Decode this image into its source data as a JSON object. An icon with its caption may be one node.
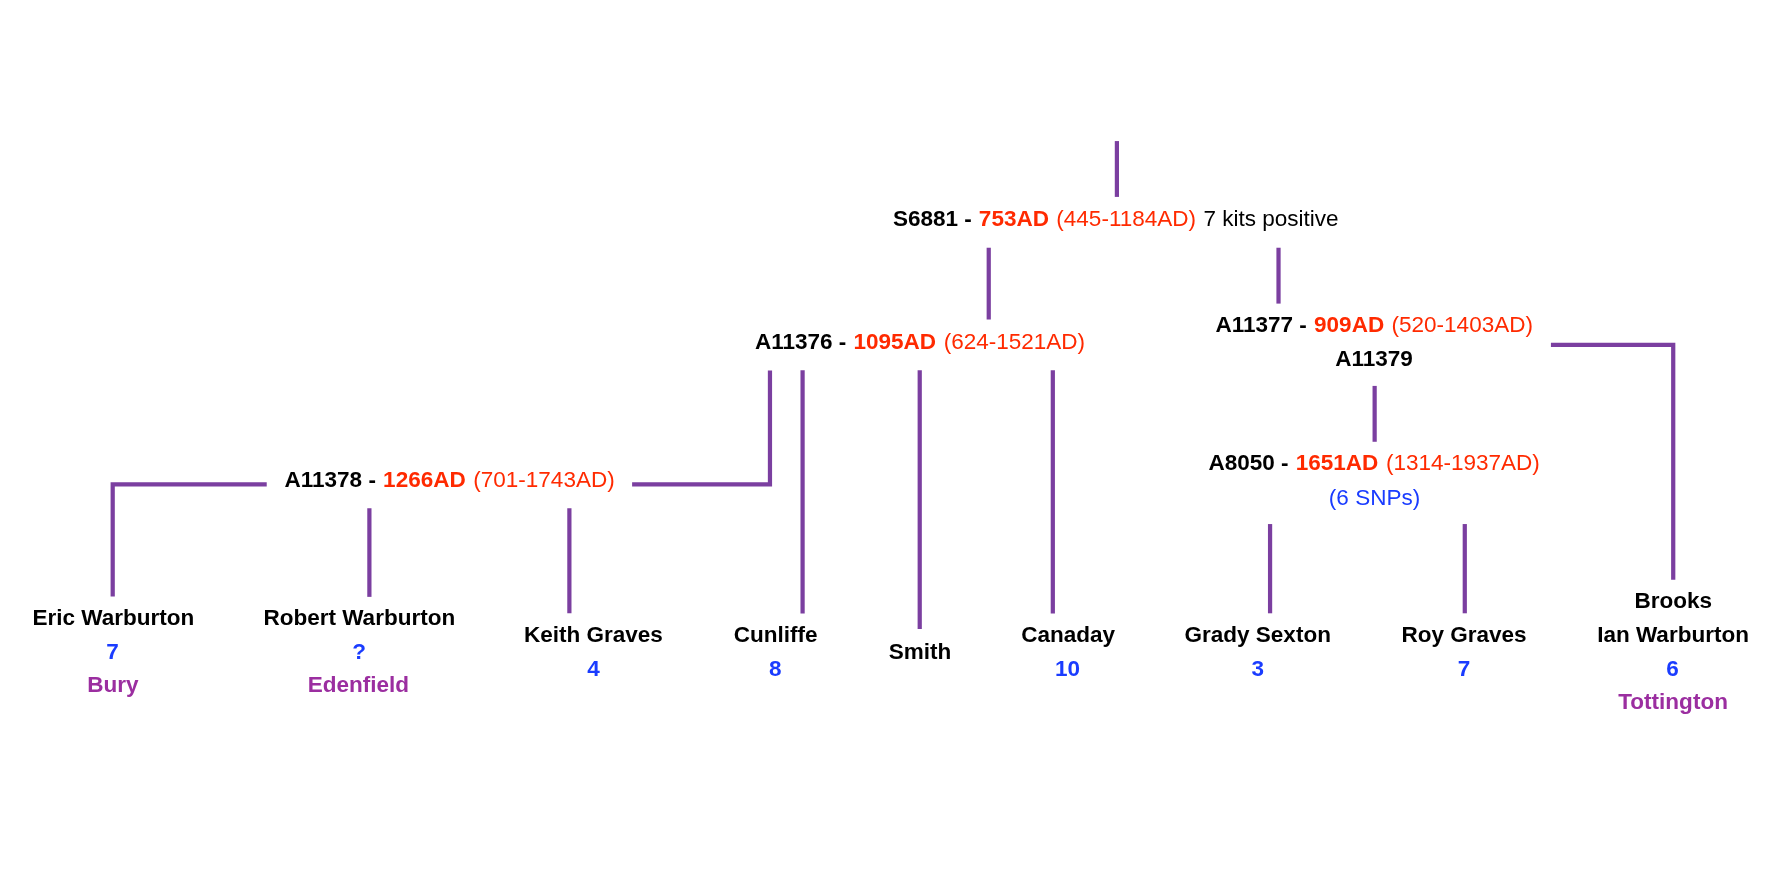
{
  "diagram": {
    "nodes": [
      {
        "text": [
          "S6881 - 753AD (445-1184AD) 7 kits positive"
        ]
      },
      {
        "text": [
          "A11376 - 1095AD (624-1521AD)"
        ]
      },
      {
        "text": [
          "A11377 - 909AD (520-1403AD)",
          "A11379"
        ]
      },
      {
        "text": [
          "A11378 - 1266AD (701-1743AD)"
        ]
      },
      {
        "text": [
          "Eric Warburton"
        ],
        "beside": [
          "7",
          "Bury"
        ]
      },
      {
        "text": [
          "Robert Warburton"
        ],
        "beside": [
          "?",
          "Edenfield"
        ]
      },
      {
        "text": [
          "Keith Graves"
        ],
        "beside": [
          "4"
        ]
      },
      {
        "text": [
          "Cunliffe"
        ],
        "beside": [
          "8"
        ]
      },
      {
        "text": [
          "Smith"
        ]
      },
      {
        "text": [
          "Canaday"
        ],
        "beside": [
          "10"
        ]
      },
      {
        "text": [
          "A8050 - 1651AD (1314-1937AD)",
          "(6 SNPs)"
        ]
      },
      {
        "text": [
          "Grady Sexton"
        ],
        "beside": [
          "3"
        ]
      },
      {
        "text": [
          "Roy Graves"
        ],
        "beside": [
          "7"
        ]
      },
      {
        "text": [
          "Brooks",
          "Ian Warburton"
        ],
        "beside": [
          "6",
          "Tottington"
        ]
      }
    ],
    "edges": [
      {
        "from": null,
        "to": 0,
        "arrow": "none"
      },
      {
        "from": 0,
        "to": 1,
        "arrow": "none"
      },
      {
        "from": 0,
        "to": 2,
        "arrow": "none"
      },
      {
        "from": 1,
        "to": 3,
        "arrow": "none"
      },
      {
        "from": 1,
        "to": 7,
        "arrow": "none"
      },
      {
        "from": 1,
        "to": 8,
        "arrow": "none"
      },
      {
        "from": 1,
        "to": 9,
        "arrow": "none"
      },
      {
        "from": 3,
        "to": 4,
        "arrow": "none"
      },
      {
        "from": 3,
        "to": 5,
        "arrow": "none"
      },
      {
        "from": 3,
        "to": 6,
        "arrow": "none"
      },
      {
        "from": 2,
        "to": 10,
        "arrow": "none"
      },
      {
        "from": 2,
        "to": 13,
        "arrow": "none"
      },
      {
        "from": 10,
        "to": 11,
        "arrow": "none"
      },
      {
        "from": 10,
        "to": 12,
        "arrow": "none"
      }
    ]
  }
}
